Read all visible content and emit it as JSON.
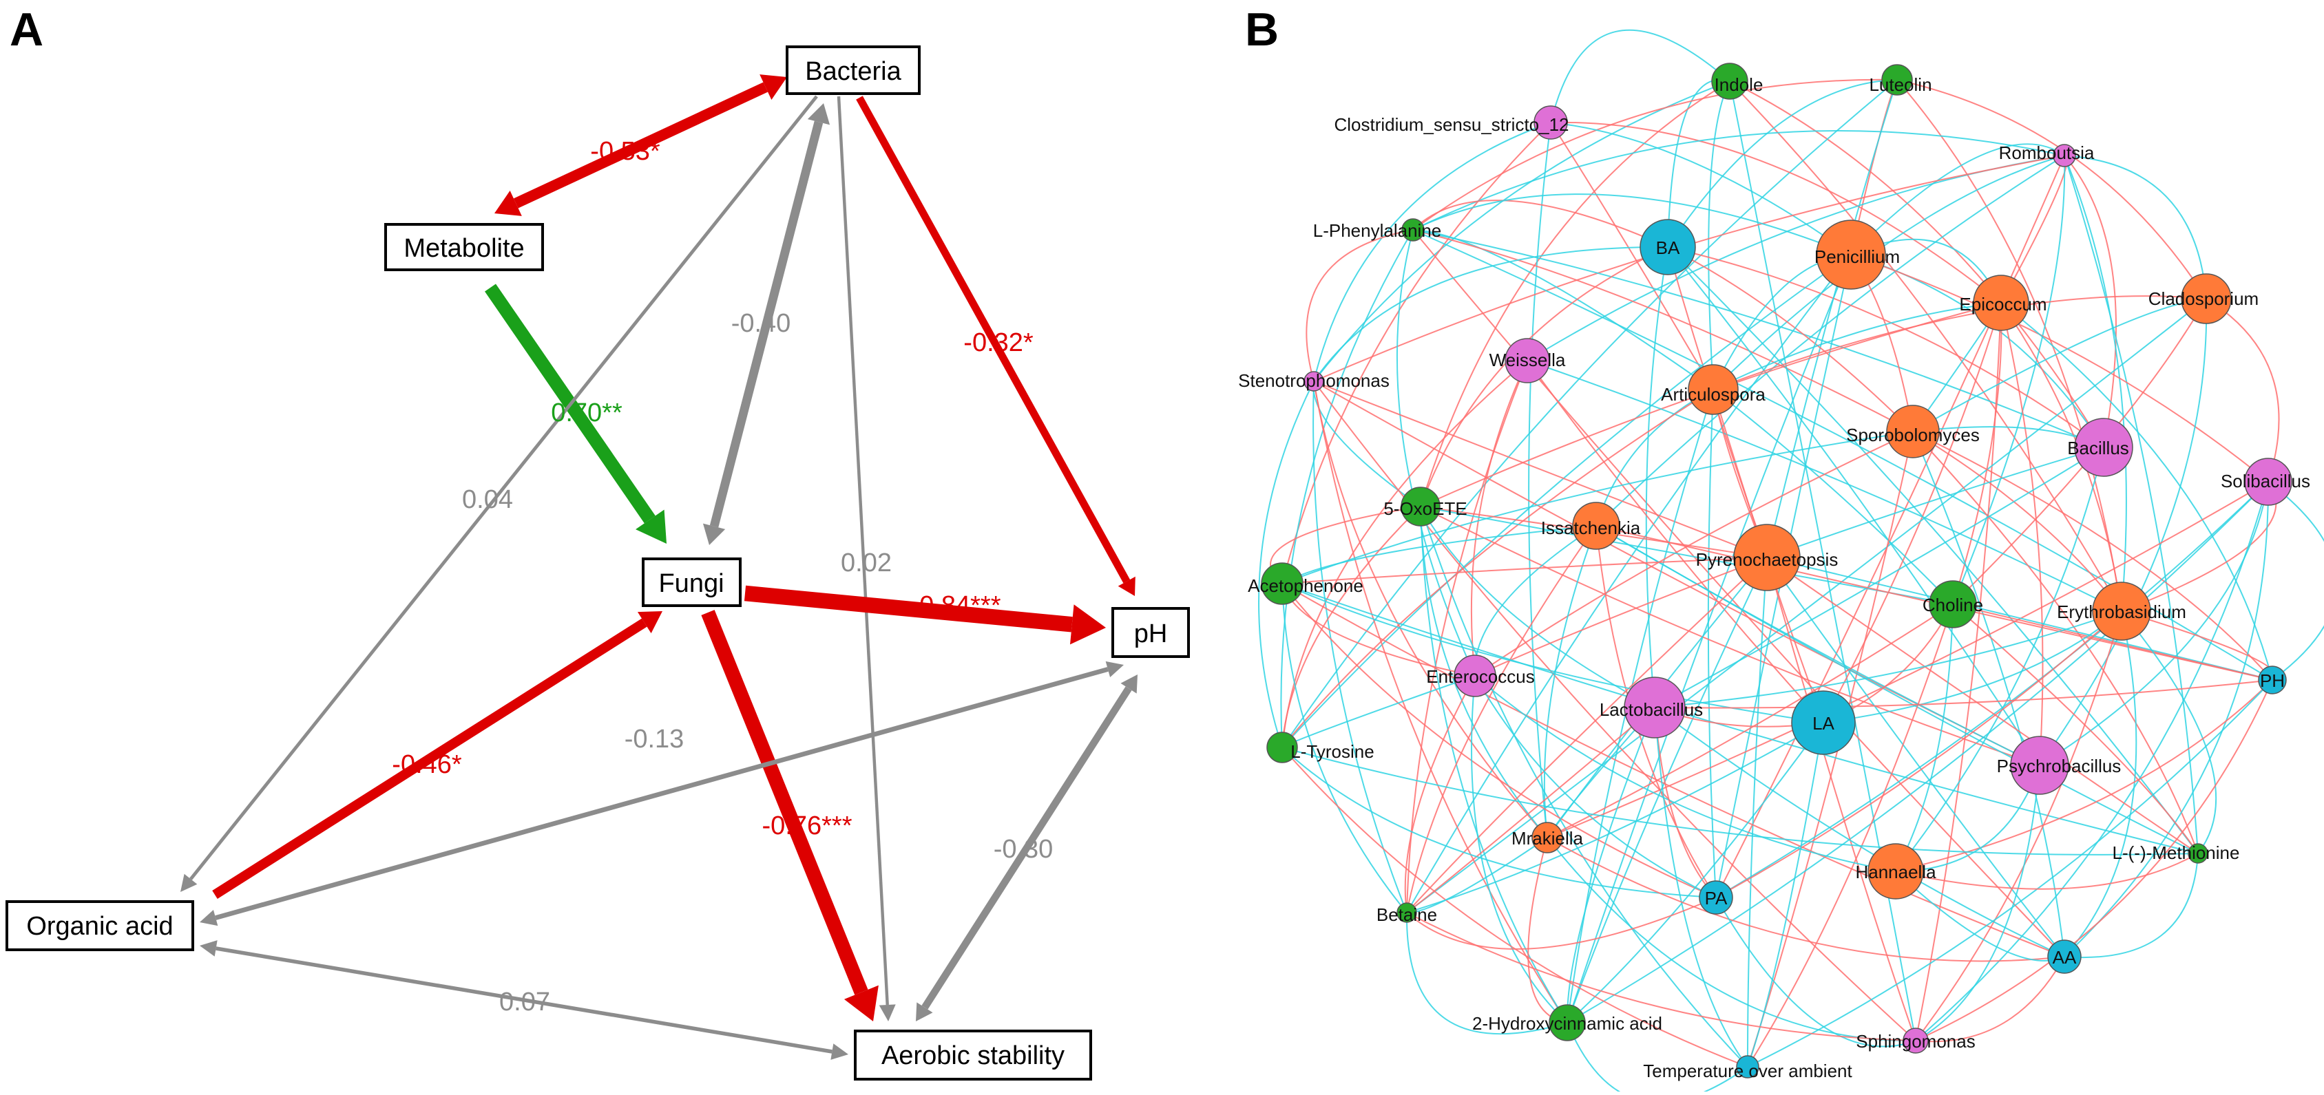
{
  "panel_a": {
    "letter": "A",
    "colors": {
      "negative": "#dd0000",
      "positive": "#1aa01a",
      "nonsig": "#8c8c8c"
    },
    "boxes": {
      "bacteria": "Bacteria",
      "metabolite": "Metabolite",
      "fungi": "Fungi",
      "ph": "pH",
      "organic_acid": "Organic acid",
      "aerobic_stability": "Aerobic stability"
    },
    "paths": [
      {
        "id": "bacteria-metabolite",
        "from": "Bacteria",
        "to": "Metabolite",
        "coefficient": -0.53,
        "label": "-0.53*",
        "significance": "*",
        "color": "negative",
        "bidirectional": true
      },
      {
        "id": "metabolite-fungi",
        "from": "Metabolite",
        "to": "Fungi",
        "coefficient": 0.7,
        "label": "0.70**",
        "significance": "**",
        "color": "positive",
        "bidirectional": false
      },
      {
        "id": "bacteria-organic-acid",
        "from": "Bacteria",
        "to": "Organic acid",
        "coefficient": 0.04,
        "label": "0.04",
        "significance": "",
        "color": "nonsig",
        "bidirectional": false
      },
      {
        "id": "bacteria-fungi",
        "from": "Bacteria",
        "to": "Fungi",
        "coefficient": -0.4,
        "label": "-0.40",
        "significance": "",
        "color": "nonsig",
        "bidirectional": true
      },
      {
        "id": "bacteria-aerobic",
        "from": "Bacteria",
        "to": "Aerobic stability",
        "coefficient": 0.02,
        "label": "0.02",
        "significance": "",
        "color": "nonsig",
        "bidirectional": false
      },
      {
        "id": "bacteria-ph",
        "from": "Bacteria",
        "to": "pH",
        "coefficient": -0.32,
        "label": "-0.32*",
        "significance": "*",
        "color": "negative",
        "bidirectional": false
      },
      {
        "id": "fungi-ph",
        "from": "Fungi",
        "to": "pH",
        "coefficient": -0.84,
        "label": "-0.84***",
        "significance": "***",
        "color": "negative",
        "bidirectional": false
      },
      {
        "id": "organic-acid-fungi",
        "from": "Organic acid",
        "to": "Fungi",
        "coefficient": -0.46,
        "label": "-0.46*",
        "significance": "*",
        "color": "negative",
        "bidirectional": false
      },
      {
        "id": "fungi-aerobic",
        "from": "Fungi",
        "to": "Aerobic stability",
        "coefficient": -0.76,
        "label": "-0.76***",
        "significance": "***",
        "color": "negative",
        "bidirectional": false
      },
      {
        "id": "organic-acid-ph",
        "from": "Organic acid",
        "to": "pH",
        "coefficient": -0.13,
        "label": "-0.13",
        "significance": "",
        "color": "nonsig",
        "bidirectional": true
      },
      {
        "id": "ph-aerobic",
        "from": "pH",
        "to": "Aerobic stability",
        "coefficient": -0.3,
        "label": "-0.30",
        "significance": "",
        "color": "nonsig",
        "bidirectional": true
      },
      {
        "id": "organic-acid-aerobic",
        "from": "Organic acid",
        "to": "Aerobic stability",
        "coefficient": 0.07,
        "label": "0.07",
        "significance": "",
        "color": "nonsig",
        "bidirectional": true
      }
    ]
  },
  "panel_b": {
    "letter": "B",
    "colors": {
      "positive_edge": "#ff6f6f",
      "negative_edge": "#2fd3e3",
      "bacteria": "#df70d6",
      "fungi": "#ff7a38",
      "metabolite": "#2aa92a",
      "property": "#1ab6d6"
    },
    "nodes": [
      {
        "label": "Indole",
        "group": "metabolite"
      },
      {
        "label": "Luteolin",
        "group": "metabolite"
      },
      {
        "label": "Clostridium_sensu_stricto_12",
        "group": "bacteria"
      },
      {
        "label": "Romboutsia",
        "group": "bacteria"
      },
      {
        "label": "L-Phenylalanine",
        "group": "metabolite"
      },
      {
        "label": "BA",
        "group": "property"
      },
      {
        "label": "Penicillium",
        "group": "fungi"
      },
      {
        "label": "Epicoccum",
        "group": "fungi"
      },
      {
        "label": "Cladosporium",
        "group": "fungi"
      },
      {
        "label": "Weissella",
        "group": "bacteria"
      },
      {
        "label": "Stenotrophomonas",
        "group": "bacteria"
      },
      {
        "label": "Articulospora",
        "group": "fungi"
      },
      {
        "label": "Sporobolomyces",
        "group": "fungi"
      },
      {
        "label": "Bacillus",
        "group": "bacteria"
      },
      {
        "label": "Solibacillus",
        "group": "bacteria"
      },
      {
        "label": "5-OxoETE",
        "group": "metabolite"
      },
      {
        "label": "Issatchenkia",
        "group": "fungi"
      },
      {
        "label": "Pyrenochaetopsis",
        "group": "fungi"
      },
      {
        "label": "Acetophenone",
        "group": "metabolite"
      },
      {
        "label": "Choline",
        "group": "metabolite"
      },
      {
        "label": "Erythrobasidium",
        "group": "fungi"
      },
      {
        "label": "Enterococcus",
        "group": "bacteria"
      },
      {
        "label": "Lactobacillus",
        "group": "bacteria"
      },
      {
        "label": "LA",
        "group": "property"
      },
      {
        "label": "PH",
        "group": "property"
      },
      {
        "label": "L-Tyrosine",
        "group": "metabolite"
      },
      {
        "label": "Psychrobacillus",
        "group": "bacteria"
      },
      {
        "label": "Mrakiella",
        "group": "fungi"
      },
      {
        "label": "Hannaella",
        "group": "fungi"
      },
      {
        "label": "L-(-)-Methionine",
        "group": "metabolite"
      },
      {
        "label": "PA",
        "group": "property"
      },
      {
        "label": "Betaine",
        "group": "metabolite"
      },
      {
        "label": "AA",
        "group": "property"
      },
      {
        "label": "2-Hydroxycinnamic acid",
        "group": "metabolite"
      },
      {
        "label": "Sphingomonas",
        "group": "bacteria"
      },
      {
        "label": "Temperature over ambient",
        "group": "property"
      }
    ]
  }
}
